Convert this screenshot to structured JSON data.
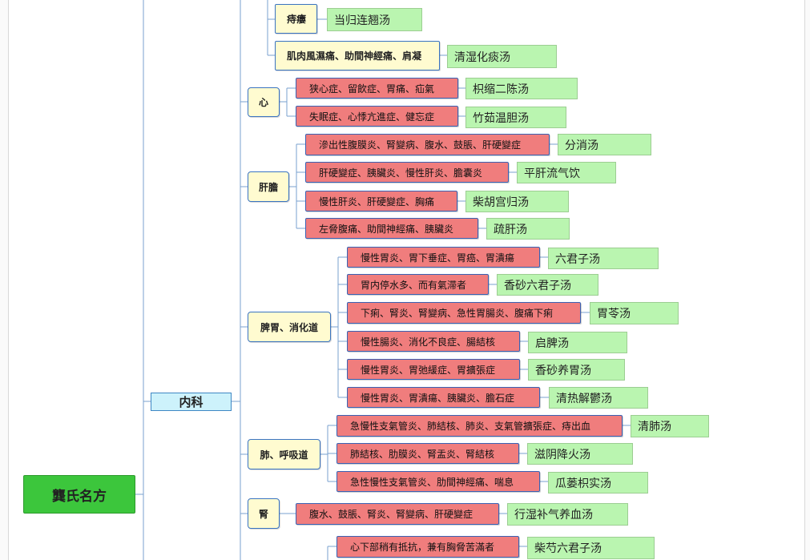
{
  "root": {
    "label": "龔氏名方"
  },
  "department": {
    "label": "内科"
  },
  "top_entries": [
    {
      "symptom": "痔瘻",
      "formula": "当归连翘汤"
    },
    {
      "symptom": "肌肉風濕痛、助間神經痛、肩凝",
      "formula": "清湿化痰汤"
    }
  ],
  "groups": [
    {
      "name": "心",
      "items": [
        {
          "symptom": "狭心症、留飲症、胃痛、疝氣",
          "formula": "枳缩二陈汤"
        },
        {
          "symptom": "失眠症、心悸亢進症、健忘症",
          "formula": "竹茹温胆汤"
        }
      ]
    },
    {
      "name": "肝膽",
      "items": [
        {
          "symptom": "滲出性腹膜炎、腎變病、腹水、鼓脹、肝硬變症",
          "formula": "分消汤"
        },
        {
          "symptom": "肝硬變症、胰臟炎、慢性肝炎、膽囊炎",
          "formula": "平肝流气饮"
        },
        {
          "symptom": "慢性肝炎、肝硬變症、胸痛",
          "formula": "柴胡宫归汤"
        },
        {
          "symptom": "左脅腹痛、助間神經痛、胰臟炎",
          "formula": "疏肝汤"
        }
      ]
    },
    {
      "name": "脾胃、消化道",
      "items": [
        {
          "symptom": "慢性胃炎、胃下垂症、胃癌、胃潰瘍",
          "formula": "六君子汤"
        },
        {
          "symptom": "胃内停水多、而有氣滞者",
          "formula": "香砂六君子汤"
        },
        {
          "symptom": "下痢、腎炎、腎變病、急性胃腸炎、腹痛下痢",
          "formula": "胃苓汤"
        },
        {
          "symptom": "慢性腸炎、消化不良症、腸結核",
          "formula": "启脾汤"
        },
        {
          "symptom": "慢性胃炎、胃弛緩症、胃擴張症",
          "formula": "香砂养胃汤"
        },
        {
          "symptom": "慢性胃炎、胃潰瘍、胰臟炎、膽石症",
          "formula": "清热解鬱汤"
        }
      ]
    },
    {
      "name": "肺、呼吸道",
      "items": [
        {
          "symptom": "急慢性支氣管炎、肺結核、肺炎、支氣管擴張症、痔出血",
          "formula": "清肺汤"
        },
        {
          "symptom": "肺結核、肋膜炎、腎盂炎、腎結核",
          "formula": "滋阴降火汤"
        },
        {
          "symptom": "急性慢性支氣管炎、肋間神經痛、喘息",
          "formula": "瓜蒌枳实汤"
        }
      ]
    },
    {
      "name": "腎",
      "items": [
        {
          "symptom": "腹水、鼓脹、腎炎、腎變病、肝硬變症",
          "formula": "行湿补气养血汤"
        }
      ]
    }
  ],
  "bottom_entries": [
    {
      "symptom": "心下部稍有抵抗，兼有胸脅苦滿者",
      "formula": "柴芍六君子汤"
    }
  ],
  "colors": {
    "root": "#3cc63c",
    "department": "#cdf2fb",
    "organ": "#fffbd0",
    "symptom": "#f07d7d",
    "formula": "#baf5b0",
    "connector": "#7aa0cf"
  }
}
